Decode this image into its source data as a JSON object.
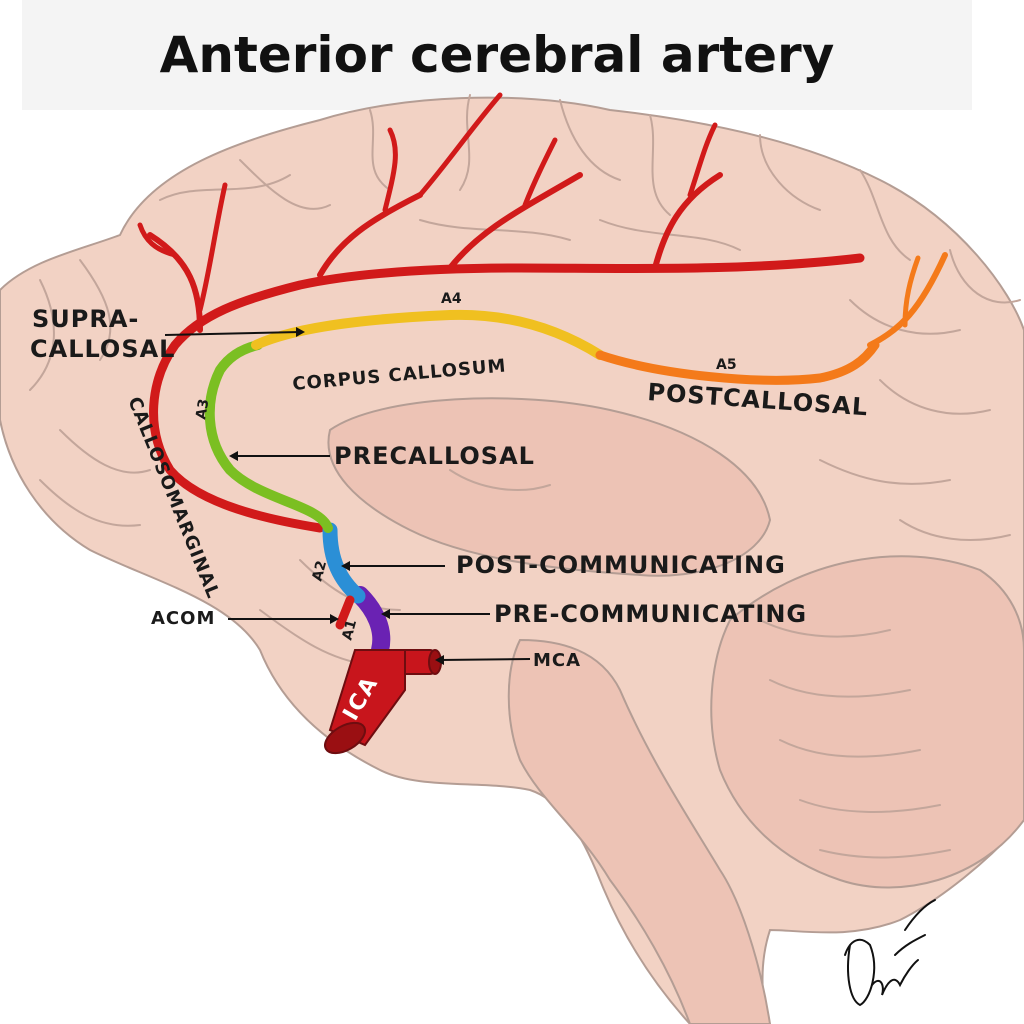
{
  "title": "Anterior cerebral artery",
  "labels": {
    "supra_callosal_line1": "SUPRA-",
    "supra_callosal_line2": "CALLOSAL",
    "callosomarginal": "CALLOSOMARGINAL",
    "corpus_callosum": "CORPUS CALLOSUM",
    "precallosal": "PRECALLOSAL",
    "postcallosal": "POSTCALLOSAL",
    "post_communicating": "POST-COMMUNICATING",
    "pre_communicating": "PRE-COMMUNICATING",
    "acom": "ACOM",
    "mca": "MCA",
    "ica": "ICA"
  },
  "segments": {
    "a1": "A1",
    "a2": "A2",
    "a3": "A3",
    "a4": "A4",
    "a5": "A5"
  },
  "colors": {
    "artery_red": "#d11a1a",
    "a1_purple": "#6a22b3",
    "a2_blue": "#2b8fd6",
    "a3_green": "#7bbf22",
    "a4_yellow": "#f0c020",
    "a5_orange": "#f47a1a",
    "brain_fill": "#f2d2c4"
  }
}
